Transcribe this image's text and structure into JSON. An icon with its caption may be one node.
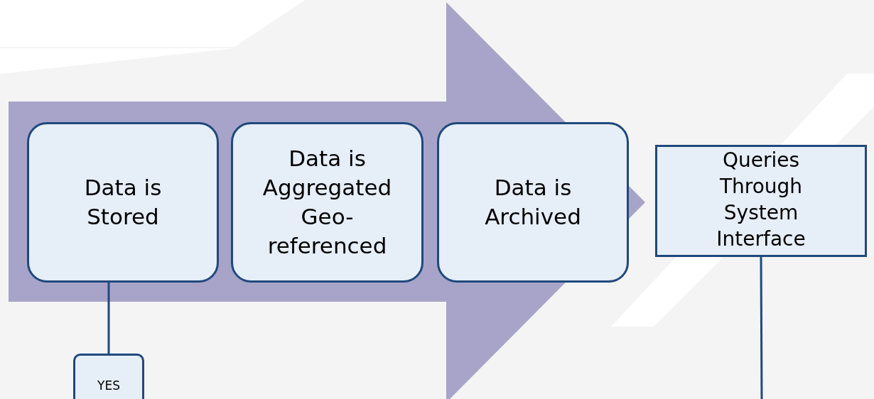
{
  "diagram": {
    "nodes": [
      {
        "text": [
          "Data is Stored"
        ]
      },
      {
        "text": [
          "Data is Aggregated Geo-referenced"
        ]
      },
      {
        "text": [
          "Data is Archived"
        ]
      },
      {
        "text": [
          "Queries Through System Interface"
        ]
      },
      {
        "text": [
          "YES"
        ]
      }
    ],
    "edges": [
      {
        "from": 0,
        "to": 3,
        "arrow": "to",
        "style": "thick",
        "color": "#a8a4c9"
      },
      {
        "from": 0,
        "to": 4,
        "arrow": "none"
      },
      {
        "from": 3,
        "to": null,
        "arrow": "none"
      }
    ]
  }
}
